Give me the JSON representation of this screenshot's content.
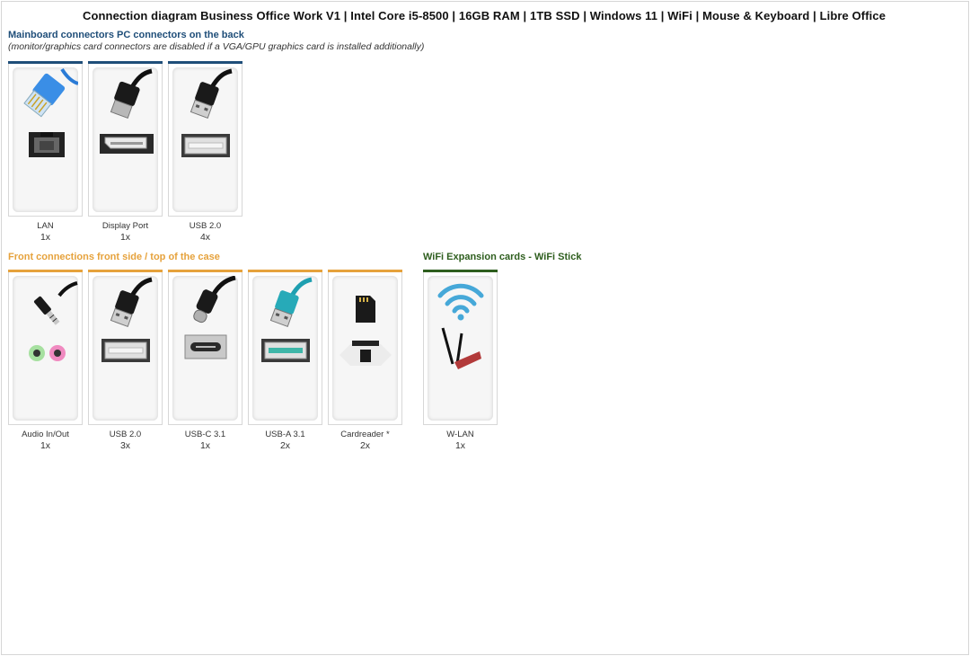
{
  "title": "Connection diagram Business Office Work V1 | Intel Core i5-8500 | 16GB RAM | 1TB SSD | Windows 11 | WiFi | Mouse & Keyboard | Libre Office",
  "mainboard": {
    "heading": "Mainboard connectors PC connectors on the back",
    "note": "(monitor/graphics card connectors are disabled if a VGA/GPU graphics card is installed additionally)",
    "color": "#1f4e79",
    "items": [
      {
        "label": "LAN",
        "count": "1x",
        "icon": "lan-icon"
      },
      {
        "label": "Display Port",
        "count": "1x",
        "icon": "displayport-icon"
      },
      {
        "label": "USB 2.0",
        "count": "4x",
        "icon": "usb-icon"
      }
    ]
  },
  "front": {
    "heading": "Front connections front side / top of the case",
    "color": "#e6a23c",
    "items": [
      {
        "label": "Audio In/Out",
        "count": "1x",
        "icon": "audio-jack-icon"
      },
      {
        "label": "USB 2.0",
        "count": "3x",
        "icon": "usb-icon"
      },
      {
        "label": "USB-C 3.1",
        "count": "1x",
        "icon": "usb-c-icon"
      },
      {
        "label": "USB-A 3.1",
        "count": "2x",
        "icon": "usb3-icon"
      },
      {
        "label": "Cardreader *",
        "count": "2x",
        "icon": "sd-card-icon"
      }
    ]
  },
  "wifi": {
    "heading": "WiFi Expansion cards - WiFi Stick",
    "color": "#2e5e1e",
    "items": [
      {
        "label": "W-LAN",
        "count": "1x",
        "icon": "wifi-icon"
      }
    ]
  }
}
